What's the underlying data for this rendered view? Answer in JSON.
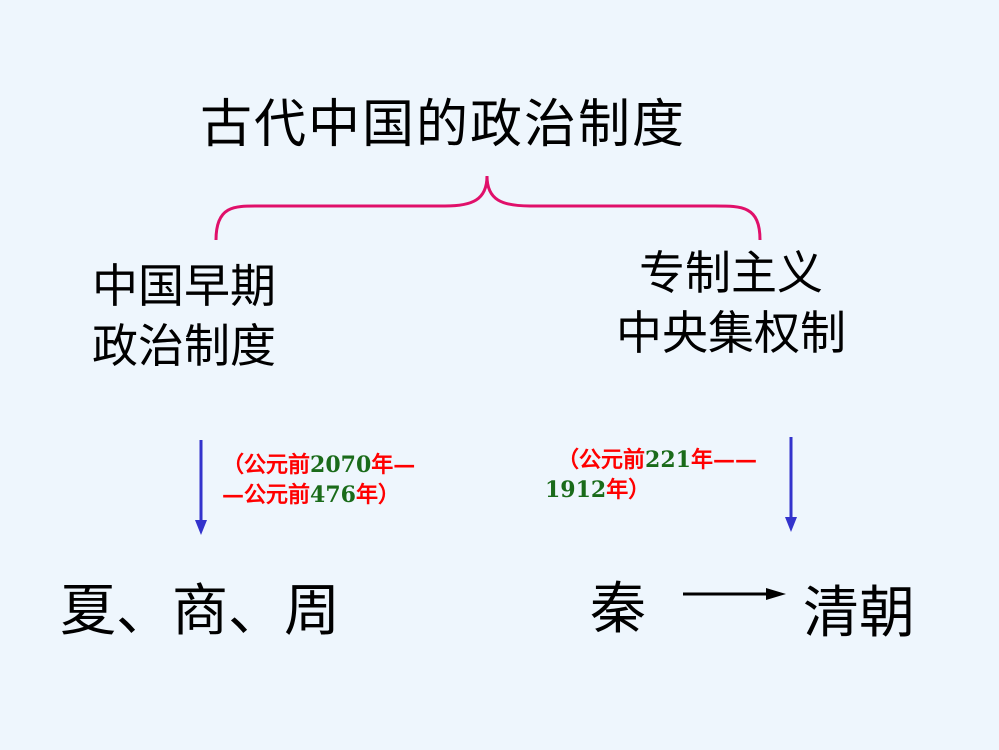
{
  "title": "古代中国的政治制度",
  "left": {
    "line1": "中国早期",
    "line2": "政治制度",
    "period": {
      "open": "（公元前",
      "start_year": "2070",
      "mid": "年—",
      "dash2": "—公元前",
      "end_year": "476",
      "close": "年）"
    },
    "dynasties": "夏、商、周"
  },
  "right": {
    "line1": "专制主义",
    "line2": "中央集权制",
    "period": {
      "open": "（公元前",
      "start_year": "221",
      "mid": "年——",
      "end_year": "1912",
      "close": "年）"
    },
    "dynasty_start": "秦",
    "dynasty_end": "清朝"
  },
  "colors": {
    "background": "#eef6fd",
    "brace": "#e0106a",
    "arrow": "#3333cc",
    "period_text": "#ff0000",
    "period_numbers": "#1a6b1a"
  }
}
